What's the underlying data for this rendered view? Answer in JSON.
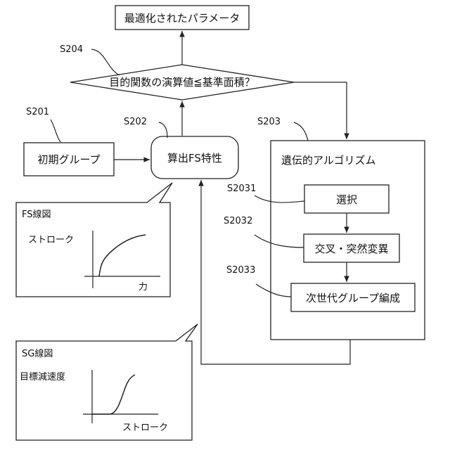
{
  "nodes": {
    "result": "最適化されたパラメータ",
    "decision": "目的関数の演算値≦基準面積？",
    "initial": "初期グループ",
    "calc": "算出FS特性",
    "ga_title": "遺伝的アルゴリズム",
    "select": "選択",
    "crossover": "交叉・突然変異",
    "next_gen": "次世代グループ編成"
  },
  "step_labels": {
    "s201": "S201",
    "s202": "S202",
    "s203": "S203",
    "s204": "S204",
    "s2031": "S2031",
    "s2032": "S2032",
    "s2033": "S2033"
  },
  "callouts": {
    "fs": {
      "title": "FS線図",
      "y_label": "ストローク",
      "x_label": "力"
    },
    "sg": {
      "title": "SG線図",
      "y_label": "目標減速度",
      "x_label": "ストローク"
    }
  }
}
